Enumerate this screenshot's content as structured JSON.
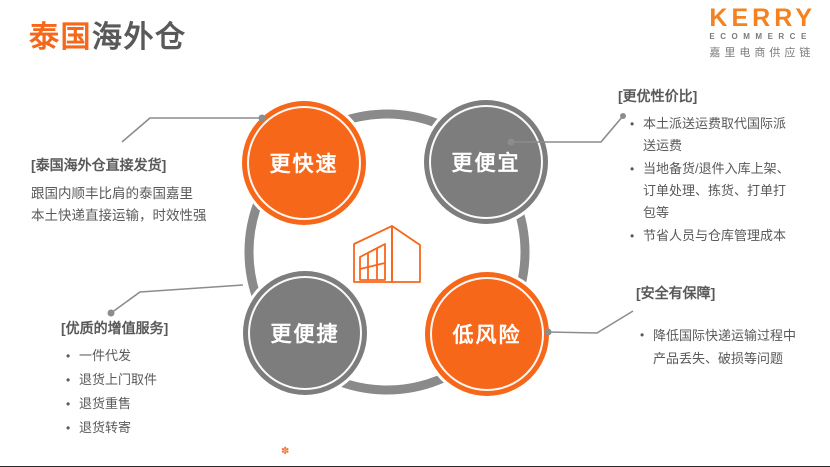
{
  "title": {
    "highlight": "泰国",
    "rest": "海外仓"
  },
  "logo": {
    "brand": "KERRY",
    "sub": "ECOMMERCE",
    "cn": "嘉里电商供应链"
  },
  "colors": {
    "orange": "#F7671A",
    "gray_circle": "#7D7D7D",
    "ring": "#8A8A8A",
    "line": "#8C8C8C",
    "text": "#595959",
    "logo_orange": "#F5821F",
    "logo_gray": "#7B7B7B"
  },
  "diagram": {
    "center_icon": "warehouse",
    "circles": [
      {
        "id": "faster",
        "label": "更快速",
        "color": "orange"
      },
      {
        "id": "cheaper",
        "label": "更便宜",
        "color": "gray"
      },
      {
        "id": "convenient",
        "label": "更便捷",
        "color": "gray"
      },
      {
        "id": "lowrisk",
        "label": "低风险",
        "color": "orange"
      }
    ]
  },
  "sections": [
    {
      "id": "direct-shipping",
      "header": "[泰国海外仓直接发货]",
      "body": "跟国内顺丰比肩的泰国嘉里\n本土快递直接运输，时效性强"
    },
    {
      "id": "value-added-services",
      "header": "[优质的增值服务]",
      "bullets": [
        "一件代发",
        "退货上门取件",
        "退货重售",
        "退货转寄"
      ]
    },
    {
      "id": "cost-effectiveness",
      "header": "[更优性价比]",
      "bullets": [
        "本土派送运费取代国际派\n送运费",
        "当地备货/退件入库上架、\n订单处理、拣货、打单打\n包等",
        "节省人员与仓库管理成本"
      ]
    },
    {
      "id": "safety-guarantee",
      "header": "[安全有保障]",
      "bullets": [
        "降低国际快递运输过程中\n产品丢失、破损等问题"
      ]
    }
  ],
  "bullet_char": "•",
  "footer_mark": "✽"
}
